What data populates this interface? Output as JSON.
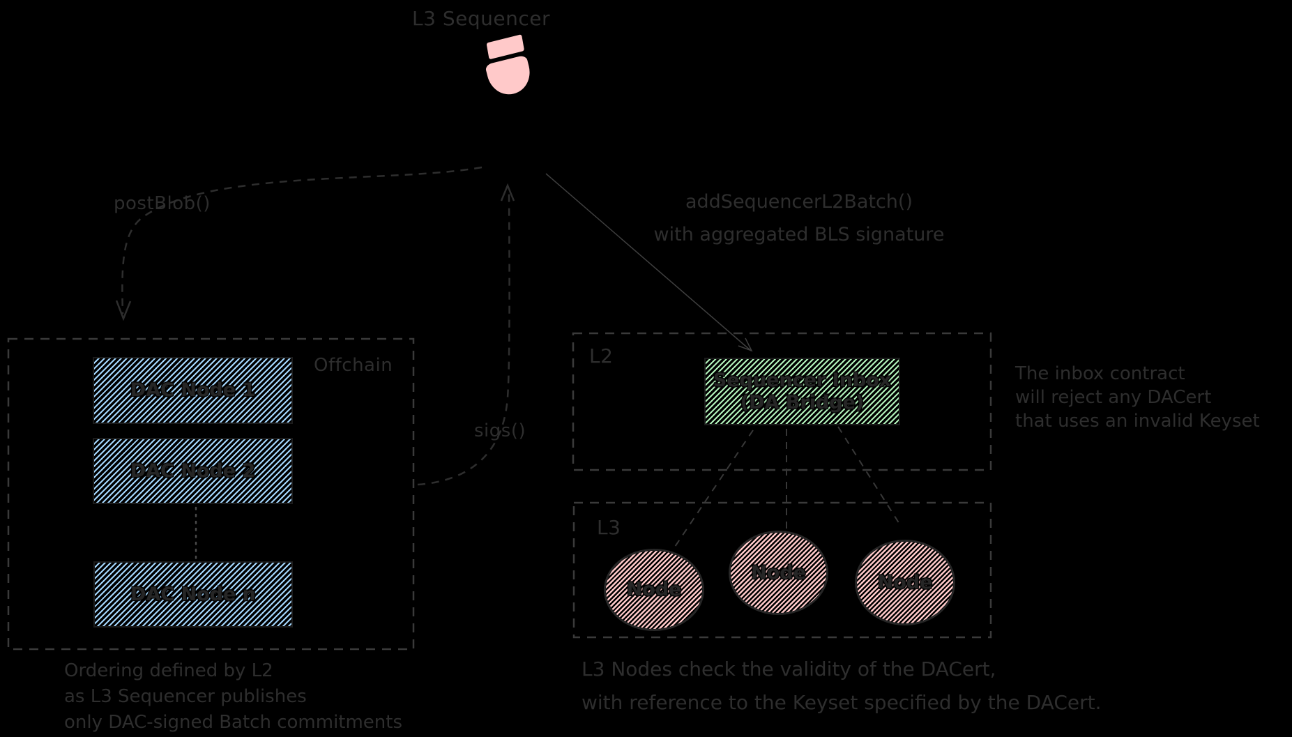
{
  "diagram": {
    "background": "#000000",
    "ink": "#2e2e2e",
    "title": "L3 Sequencer",
    "sequencer_icon": "person-icon",
    "icon_color": "#ffc9c9",
    "arrows": {
      "post_blob_label": "postBlob()",
      "sigs_label": "sigs()",
      "add_batch_line1": "addSequencerL2Batch()",
      "add_batch_line2": "with aggregated BLS signature"
    },
    "offchain": {
      "label": "Offchain",
      "fill": "#a5d8ff",
      "nodes": [
        "DAC Node 1",
        "DAC Node 2",
        "DAC Node n"
      ]
    },
    "l2": {
      "label": "L2",
      "inbox_line1": "Sequencer Inbox",
      "inbox_line2": "(DA Bridge)",
      "inbox_fill": "#b2f2bb"
    },
    "l3": {
      "label": "L3",
      "node_fill": "#ffc9c9",
      "nodes": [
        "Node",
        "Node",
        "Node"
      ]
    },
    "notes": {
      "inbox": [
        "The inbox contract",
        "will reject any DACert",
        "that uses an invalid Keyset"
      ],
      "ordering": [
        "Ordering defined by L2",
        "as L3 Sequencer publishes",
        "only DAC-signed Batch commitments"
      ],
      "l3_nodes": [
        "L3 Nodes check the validity of the DACert,",
        "with reference to the Keyset specified by the DACert."
      ]
    }
  }
}
